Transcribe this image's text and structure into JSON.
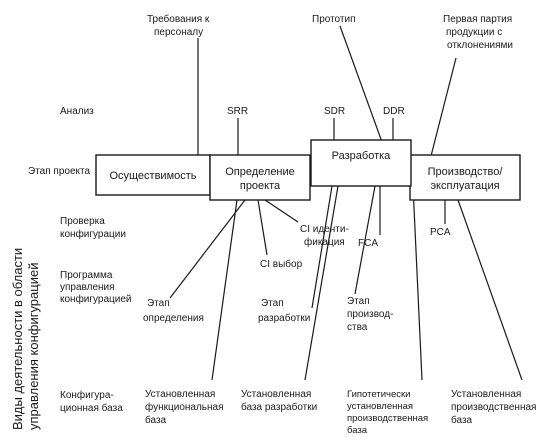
{
  "top_labels": {
    "personnel": [
      "Требования к",
      "персоналу"
    ],
    "prototype": "Прототип",
    "first_batch": [
      "Первая партия",
      "продукции с",
      "отклонениями"
    ]
  },
  "row_labels": {
    "analysis": "Анализ",
    "project_stage": "Этап проекта",
    "config_check": [
      "Проверка",
      "конфигурации"
    ],
    "config_program": [
      "Программа",
      "управления",
      "конфигурацией"
    ],
    "config_base": [
      "Конфигура-",
      "ционная база"
    ]
  },
  "vertical_title": [
    "Виды деятельности в области",
    "управления конфигурацией"
  ],
  "reviews": {
    "srr": "SRR",
    "sdr": "SDR",
    "ddr": "DDR"
  },
  "stages": {
    "feasibility": "Осуществимость",
    "definition": [
      "Определение",
      "проекта"
    ],
    "development": "Разработка",
    "production": [
      "Производство/",
      "эксплуатация"
    ]
  },
  "audits": {
    "ci_identification": [
      "CI иденти-",
      "фикация"
    ],
    "ci_selection": "CI выбор",
    "fca": "FCA",
    "pca": "PCA"
  },
  "phases": {
    "definition": [
      "Этап",
      "определения"
    ],
    "development": [
      "Этап",
      "разработки"
    ],
    "production": [
      "Этап",
      "производ-",
      "ства"
    ]
  },
  "baselines": {
    "functional": [
      "Установленная",
      "функциональная",
      "база"
    ],
    "development": [
      "Установленная",
      "база разработки"
    ],
    "hypothetical": [
      "Гипотетически",
      "установленная",
      "производственная",
      "база"
    ],
    "production": [
      "Установленная",
      "производственная",
      "база"
    ]
  }
}
